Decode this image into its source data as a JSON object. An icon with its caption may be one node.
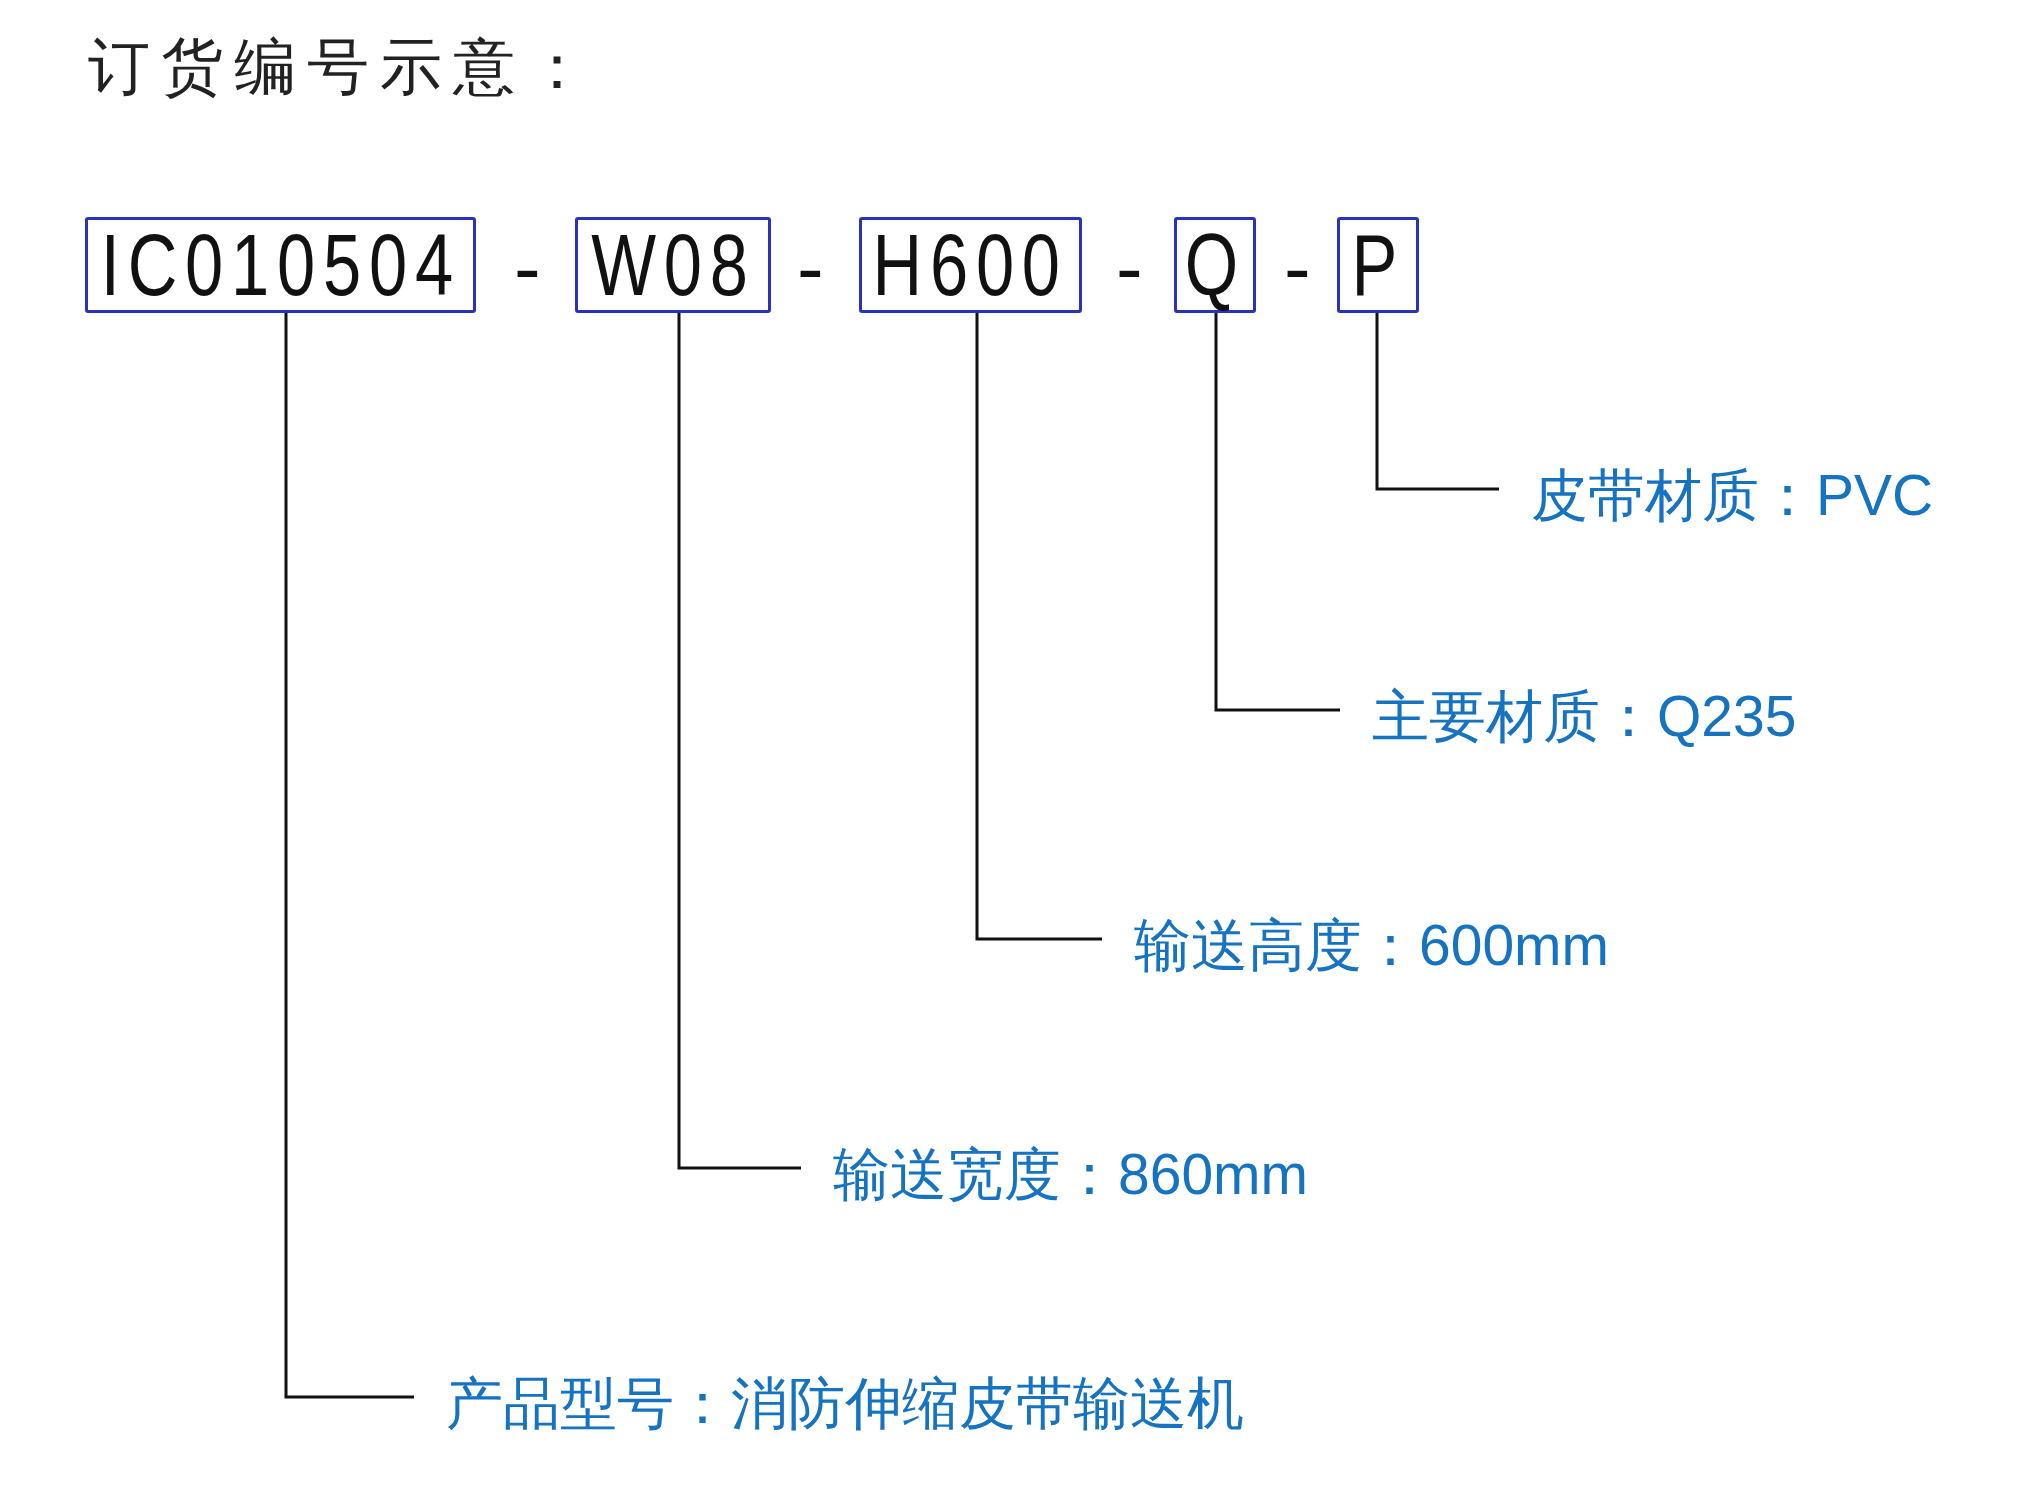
{
  "diagram": {
    "title": "订货编号示意：",
    "nodes": [
      {
        "text": [
          "IC010504"
        ]
      },
      {
        "text": [
          "W08"
        ]
      },
      {
        "text": [
          "H600"
        ]
      },
      {
        "text": [
          "Q"
        ]
      },
      {
        "text": [
          "P"
        ]
      },
      {
        "text": [
          "皮带材质：PVC"
        ]
      },
      {
        "text": [
          "主要材质：Q235"
        ]
      },
      {
        "text": [
          "输送高度：600mm"
        ]
      },
      {
        "text": [
          "输送宽度：860mm"
        ]
      },
      {
        "text": [
          "产品型号：消防伸缩皮带输送机"
        ]
      }
    ],
    "edges": [
      {
        "from": 5,
        "to": 4,
        "arrow": "none"
      },
      {
        "from": 6,
        "to": 3,
        "arrow": "none"
      },
      {
        "from": 7,
        "to": 2,
        "arrow": "none"
      },
      {
        "from": 8,
        "to": 1,
        "arrow": "none"
      },
      {
        "from": 9,
        "to": 0,
        "arrow": "none"
      }
    ],
    "labels": [
      "-",
      "-",
      "-",
      "-"
    ]
  }
}
